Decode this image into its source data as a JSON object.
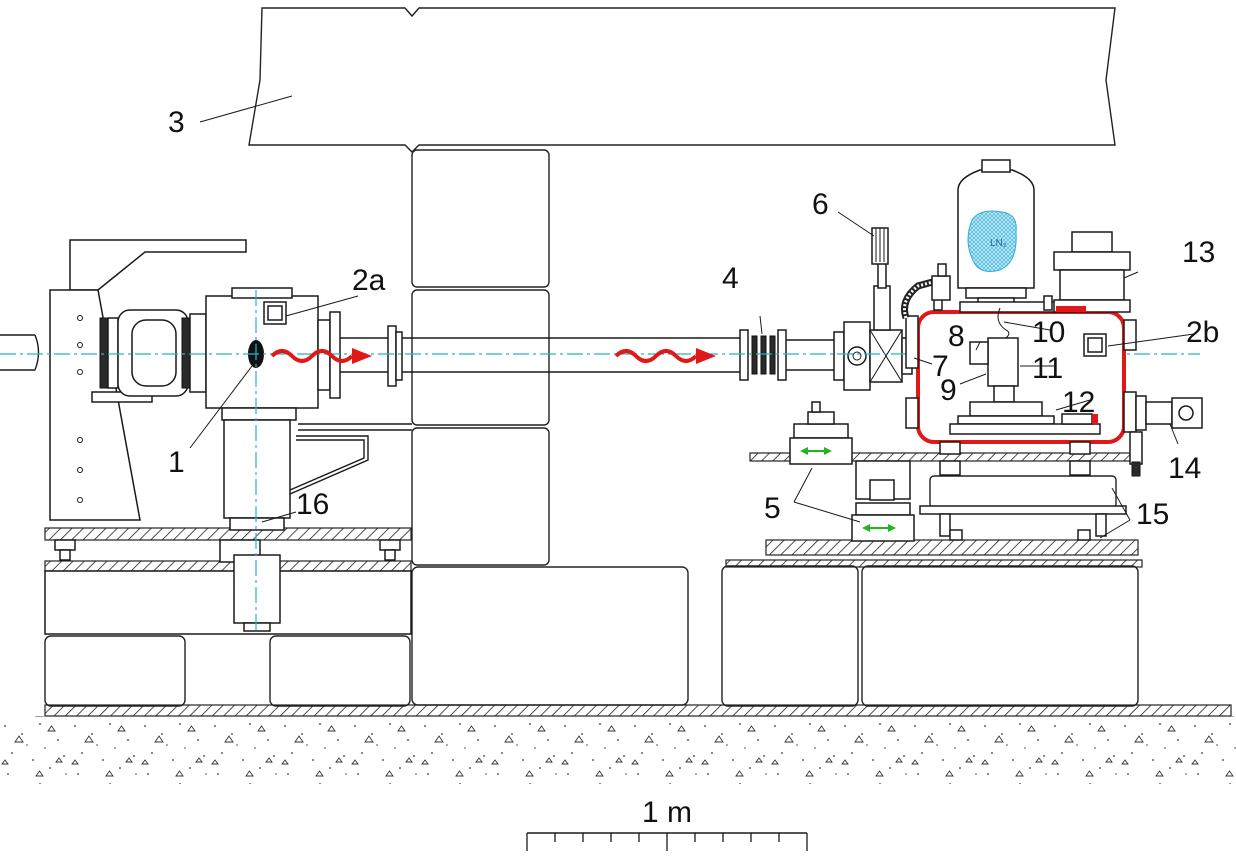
{
  "labels": {
    "l1": "1",
    "l2a": "2a",
    "l2b": "2b",
    "l3": "3",
    "l4": "4",
    "l5": "5",
    "l6": "6",
    "l7": "7",
    "l8": "8",
    "l9": "9",
    "l10": "10",
    "l11": "11",
    "l12": "12",
    "l13": "13",
    "l14": "14",
    "l15": "15",
    "l16": "16"
  },
  "scale_bar": {
    "label": "1 m",
    "divisions": 10
  },
  "dewar_text": "LN₂",
  "colors": {
    "beam_arrow": "#e01818",
    "optical_axis": "#28b4c8",
    "chamber_outline": "#e01818",
    "translation_arrow": "#22b422",
    "coolant": "#33aadd"
  }
}
